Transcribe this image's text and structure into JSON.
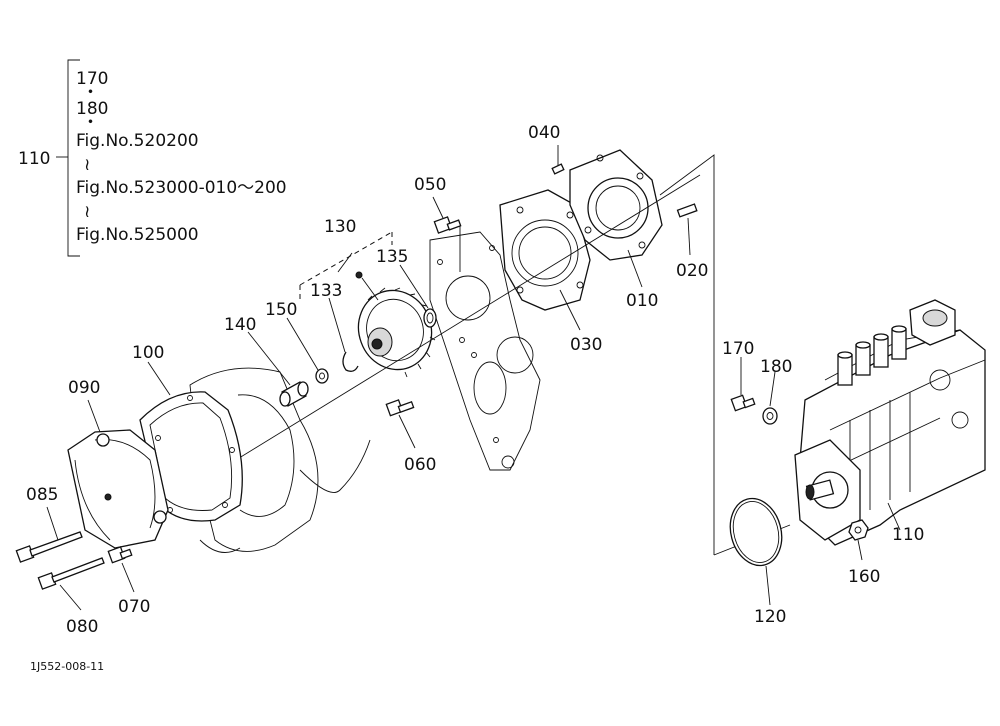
{
  "bracket_group": {
    "label": "110",
    "lines": [
      "170",
      "・",
      "180",
      "・",
      "Fig.No.520200",
      "≀",
      "Fig.No.523000-010～200",
      "≀",
      "Fig.No.525000"
    ]
  },
  "parts": [
    {
      "id": "040",
      "name": "part-040"
    },
    {
      "id": "050",
      "name": "part-050"
    },
    {
      "id": "020",
      "name": "part-020"
    },
    {
      "id": "010",
      "name": "part-010"
    },
    {
      "id": "030",
      "name": "part-030"
    },
    {
      "id": "130",
      "name": "part-130"
    },
    {
      "id": "135",
      "name": "part-135"
    },
    {
      "id": "133",
      "name": "part-133"
    },
    {
      "id": "150",
      "name": "part-150"
    },
    {
      "id": "140",
      "name": "part-140"
    },
    {
      "id": "100",
      "name": "part-100"
    },
    {
      "id": "090",
      "name": "part-090"
    },
    {
      "id": "060",
      "name": "part-060"
    },
    {
      "id": "085",
      "name": "part-085"
    },
    {
      "id": "080",
      "name": "part-080"
    },
    {
      "id": "070",
      "name": "part-070"
    },
    {
      "id": "170",
      "name": "part-170"
    },
    {
      "id": "180",
      "name": "part-180"
    },
    {
      "id": "110",
      "name": "part-110"
    },
    {
      "id": "160",
      "name": "part-160"
    },
    {
      "id": "120",
      "name": "part-120"
    }
  ],
  "footer_code": "1J552-008-11"
}
